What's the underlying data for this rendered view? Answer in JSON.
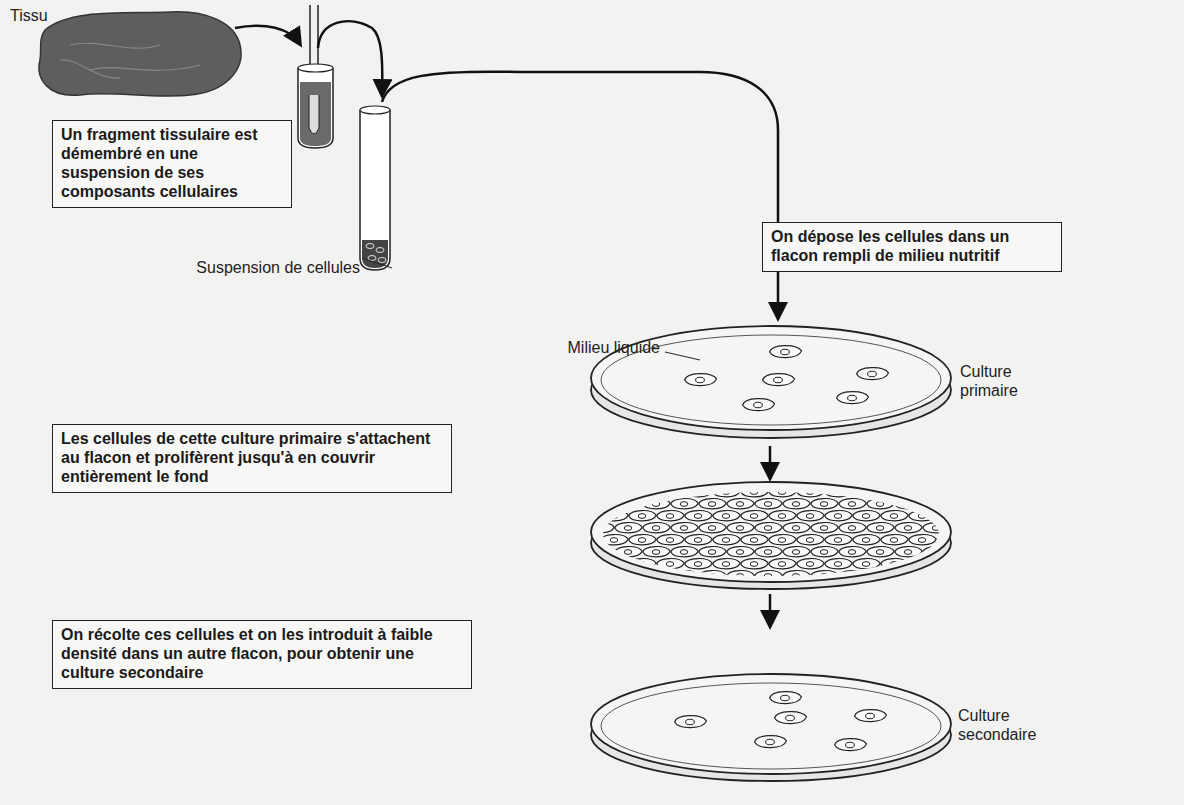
{
  "diagram": {
    "nodes": [
      {
        "text": [
          "Un fragment tissulaire est démembré en une suspension de ses composants cellulaires"
        ]
      },
      {
        "text": [
          "On dépose les cellules dans un flacon rempli de milieu nutritif"
        ]
      },
      {
        "text": [
          "Les cellules de cette culture primaire s'attachent au flacon et prolifèrent jusqu'à en couvrir entièrement le fond"
        ]
      },
      {
        "text": [
          "On récolte ces cellules et on les introduit à faible densité dans un autre flacon, pour obtenir une culture secondaire"
        ]
      }
    ],
    "labels": [
      "Tissu",
      "Suspension de cellules",
      "Milieu liquide",
      "Culture primaire",
      "Culture secondaire"
    ]
  }
}
